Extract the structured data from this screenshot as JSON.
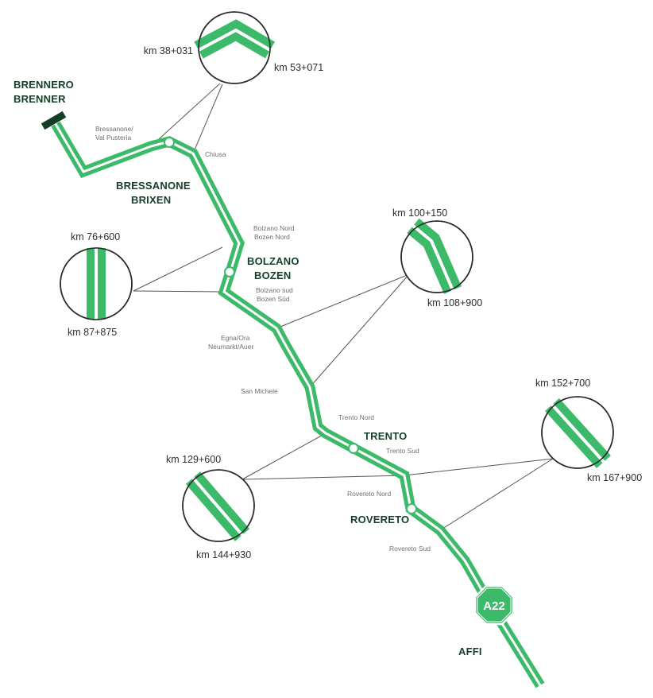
{
  "colors": {
    "road": "#3cba6a",
    "road_center": "#ffffff",
    "terminus": "#123d26",
    "text_city": "#16402a",
    "text_exit": "#6f6f6f"
  },
  "cities": {
    "brennero": [
      "BRENNERO",
      "BRENNER"
    ],
    "bressanone": [
      "BRESSANONE",
      "BRIXEN"
    ],
    "bolzano": [
      "BOLZANO",
      "BOZEN"
    ],
    "trento": "TRENTO",
    "rovereto": "ROVERETO",
    "affi": "AFFI"
  },
  "exits": {
    "bressanone_val_pusteria": [
      "Bressanone/",
      "Val Pusteria"
    ],
    "chiusa": "Chiusa",
    "bolzano_nord": [
      "Bolzano Nord",
      "Bozen Nord"
    ],
    "bolzano_sud": [
      "Bolzano sud",
      "Bozen Süd"
    ],
    "egna_ora": [
      "Egna/Ora",
      "Neumarkt/Auer"
    ],
    "san_michele": "San Michele",
    "trento_nord": "Trento Nord",
    "trento_sud": "Trento Sud",
    "rovereto_nord": "Rovereto Nord",
    "rovereto_sud": "Rovereto Sud"
  },
  "sections": [
    {
      "from": "km 38+031",
      "to": "km 53+071"
    },
    {
      "from": "km 76+600",
      "to": "km 87+875"
    },
    {
      "from": "km 100+150",
      "to": "km 108+900"
    },
    {
      "from": "km 129+600",
      "to": "km 144+930"
    },
    {
      "from": "km 152+700",
      "to": "km 167+900"
    }
  ],
  "badge": {
    "label": "A22",
    "icon": "motorway-shield-octagon"
  }
}
